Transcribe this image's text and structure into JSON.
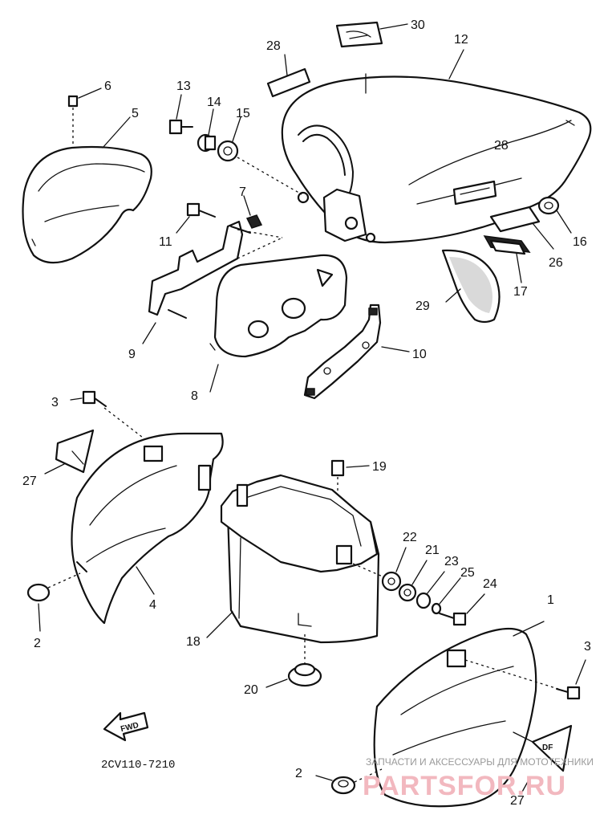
{
  "diagram": {
    "drawing_code": "2CV110-7210",
    "fwd_mark": "FWD",
    "watermark_line1": "ЗАПЧАСТИ И АКСЕССУАРЫ ДЛЯ МОТОТЕХНИКИ",
    "watermark_line2": "PARTSFOR.RU",
    "callouts": [
      {
        "id": "c30",
        "label": "30"
      },
      {
        "id": "c12",
        "label": "12"
      },
      {
        "id": "c28a",
        "label": "28"
      },
      {
        "id": "c6",
        "label": "6"
      },
      {
        "id": "c5",
        "label": "5"
      },
      {
        "id": "c13",
        "label": "13"
      },
      {
        "id": "c14",
        "label": "14"
      },
      {
        "id": "c15",
        "label": "15"
      },
      {
        "id": "c28b",
        "label": "28"
      },
      {
        "id": "c7",
        "label": "7"
      },
      {
        "id": "c11",
        "label": "11"
      },
      {
        "id": "c16",
        "label": "16"
      },
      {
        "id": "c26",
        "label": "26"
      },
      {
        "id": "c17",
        "label": "17"
      },
      {
        "id": "c29",
        "label": "29"
      },
      {
        "id": "c9",
        "label": "9"
      },
      {
        "id": "c10",
        "label": "10"
      },
      {
        "id": "c8",
        "label": "8"
      },
      {
        "id": "c3a",
        "label": "3"
      },
      {
        "id": "c27a",
        "label": "27"
      },
      {
        "id": "c19",
        "label": "19"
      },
      {
        "id": "c22",
        "label": "22"
      },
      {
        "id": "c21",
        "label": "21"
      },
      {
        "id": "c23",
        "label": "23"
      },
      {
        "id": "c25",
        "label": "25"
      },
      {
        "id": "c24",
        "label": "24"
      },
      {
        "id": "c4",
        "label": "4"
      },
      {
        "id": "c2a",
        "label": "2"
      },
      {
        "id": "c1",
        "label": "1"
      },
      {
        "id": "c18",
        "label": "18"
      },
      {
        "id": "c3b",
        "label": "3"
      },
      {
        "id": "c20",
        "label": "20"
      },
      {
        "id": "c2b",
        "label": "2"
      },
      {
        "id": "c27b",
        "label": "27"
      }
    ]
  }
}
